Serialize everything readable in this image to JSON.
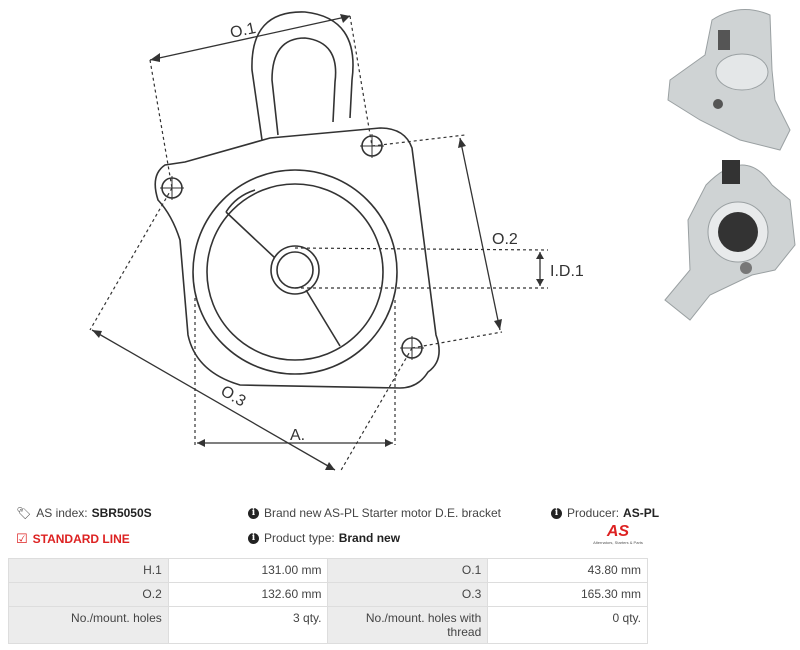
{
  "drawing": {
    "labels": {
      "o1": "O.1",
      "o2": "O.2",
      "o3": "O.3",
      "id1": "I.D.1",
      "a": "A."
    }
  },
  "info": {
    "as_index_label": "AS index:",
    "as_index_value": "SBR5050S",
    "description": "Brand new AS-PL Starter motor D.E. bracket",
    "producer_label": "Producer:",
    "producer_value": "AS-PL",
    "line": "STANDARD LINE",
    "product_type_label": "Product type:",
    "product_type_value": "Brand new"
  },
  "logo": {
    "mark": "AS",
    "tagline": "Alternators, Starters & Parts"
  },
  "specs": [
    {
      "l1": "H.1",
      "v1": "131.00 mm",
      "l2": "O.1",
      "v2": "43.80 mm"
    },
    {
      "l1": "O.2",
      "v1": "132.60 mm",
      "l2": "O.3",
      "v2": "165.30 mm"
    },
    {
      "l1": "No./mount. holes",
      "v1": "3 qty.",
      "l2": "No./mount. holes with thread",
      "v2": "0 qty."
    }
  ],
  "colors": {
    "accent_red": "#dd2222",
    "table_label_bg": "#ececec"
  },
  "icons": [
    "tag-icon",
    "info-icon",
    "check-square-icon"
  ]
}
